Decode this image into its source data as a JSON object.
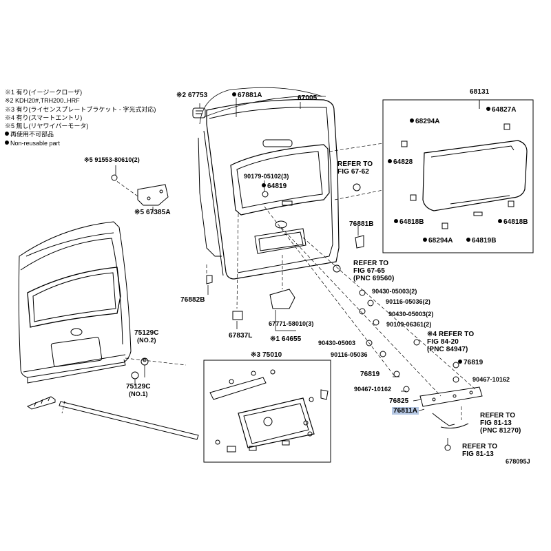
{
  "legend": {
    "notes": [
      "※1 有り(イージークローザ)",
      "※2 KDH20#,TRH200..HRF",
      "※3 有り(ライセンスプレートブラケット - 字光式対応)",
      "※4 有り(スマートエントリ)",
      "※5 無し(リヤワイパーモータ)"
    ],
    "symbol_jp": "再使用不可部品",
    "symbol_en": "Non-reusable part"
  },
  "parts": {
    "p67753": "※2 67753",
    "p67881A": "67881A",
    "p67005": "67005",
    "p68131": "68131",
    "p64827A": "64827A",
    "p68294A_top": "68294A",
    "p64828": "64828",
    "p64818B_left": "64818B",
    "p64818B_right": "64818B",
    "p68294A_bot": "68294A",
    "p64819B": "64819B",
    "p91553": "※5 91553-80610(2)",
    "p90179": "90179-05102(3)",
    "p64819": "64819",
    "p67385A": "※5 67385A",
    "p76881B": "76881B",
    "p76882B": "76882B",
    "p67837L": "67837L",
    "p67771": "67771-58010(3)",
    "p64655": "※1 64655",
    "p90430_a": "90430-05003(2)",
    "p90116_a": "90116-05036(2)",
    "p90430_b": "90430-05003(2)",
    "p90109": "90109-06361(2)",
    "p90430_c": "90430-05003",
    "p90116_b": "90116-05036",
    "p75129C_a": "75129C",
    "p75129C_a_note": "(NO.2)",
    "p75129C_b": "75129C",
    "p75129C_b_note": "(NO.1)",
    "p75010": "※3 75010",
    "p76819_a": "76819",
    "p76819_b": "76819",
    "p90467_a": "90467-10162",
    "p90467_b": "90467-10162",
    "p76825": "76825",
    "p76811A": "76811A",
    "diagram_id": "678095J"
  },
  "refs": {
    "r1": [
      "REFER TO",
      "FIG 67-62"
    ],
    "r2": [
      "REFER TO",
      "FIG 67-65",
      "(PNC 69560)"
    ],
    "r3": [
      "※4 REFER TO",
      "FIG 84-20",
      "(PNC 84947)"
    ],
    "r4": [
      "REFER TO",
      "FIG 81-13",
      "(PNC 81270)"
    ],
    "r5": [
      "REFER TO",
      "FIG 81-13"
    ]
  },
  "colors": {
    "highlight": "#b5c7e3",
    "line": "#000000"
  }
}
